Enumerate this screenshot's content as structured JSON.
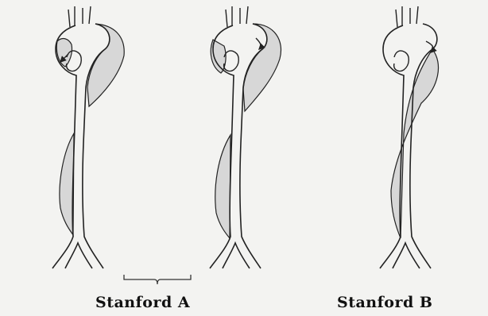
{
  "captions": {
    "left": "Stanford A",
    "right": "Stanford B"
  },
  "colors": {
    "background": "#f3f3f1",
    "outline": "#222222",
    "false_lumen_fill": "#d7d7d7",
    "vessel_fill": "#ffffff"
  },
  "diagram": {
    "panels": [
      {
        "name": "aorta-dissection-type-1",
        "false_lumen": [
          "ascending-arch",
          "descending"
        ],
        "entry_arrow": "ascending"
      },
      {
        "name": "aorta-dissection-type-2",
        "false_lumen": [
          "ascending-arch",
          "descending"
        ],
        "entry_arrow": "arch"
      },
      {
        "name": "aorta-dissection-type-3",
        "false_lumen": [
          "descending"
        ],
        "entry_arrow": "arch"
      }
    ],
    "group_brace": "spans first two panels"
  }
}
